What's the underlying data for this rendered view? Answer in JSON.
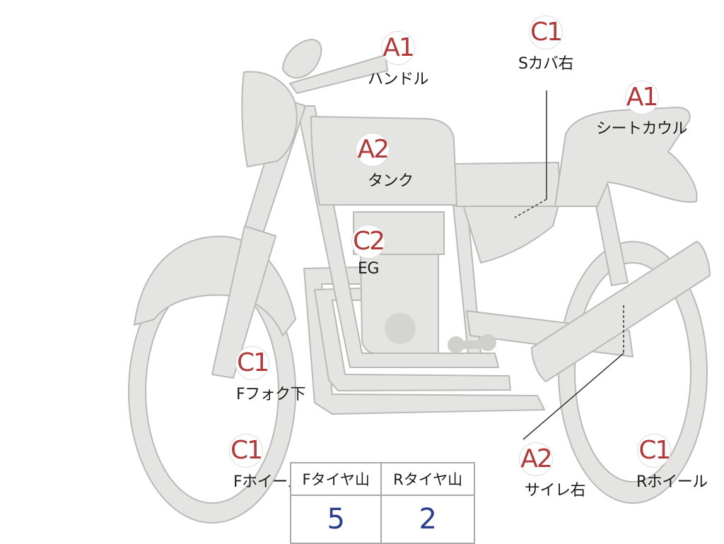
{
  "colors": {
    "body_fill": "#e4e5e3",
    "body_stroke": "#b8bab8",
    "badge_text": "#b03a3a",
    "value_text": "#2a3e8c",
    "leader_line": "#333333"
  },
  "callouts": [
    {
      "id": "handle",
      "grade": "A1",
      "label": "ハンドル"
    },
    {
      "id": "scover-right",
      "grade": "C1",
      "label": "Sカバ右"
    },
    {
      "id": "seat-cowl",
      "grade": "A1",
      "label": "シートカウル"
    },
    {
      "id": "tank",
      "grade": "A2",
      "label": "タンク"
    },
    {
      "id": "engine",
      "grade": "C2",
      "label": "EG"
    },
    {
      "id": "front-fork-lower",
      "grade": "C1",
      "label": "Fフォク下"
    },
    {
      "id": "front-wheel",
      "grade": "C1",
      "label": "Fホイール"
    },
    {
      "id": "silencer-right",
      "grade": "A2",
      "label": "サイレ右"
    },
    {
      "id": "rear-wheel",
      "grade": "C1",
      "label": "Rホイール"
    }
  ],
  "tire_table": {
    "headers": [
      "Fタイヤ山",
      "Rタイヤ山"
    ],
    "values": [
      "5",
      "2"
    ]
  }
}
